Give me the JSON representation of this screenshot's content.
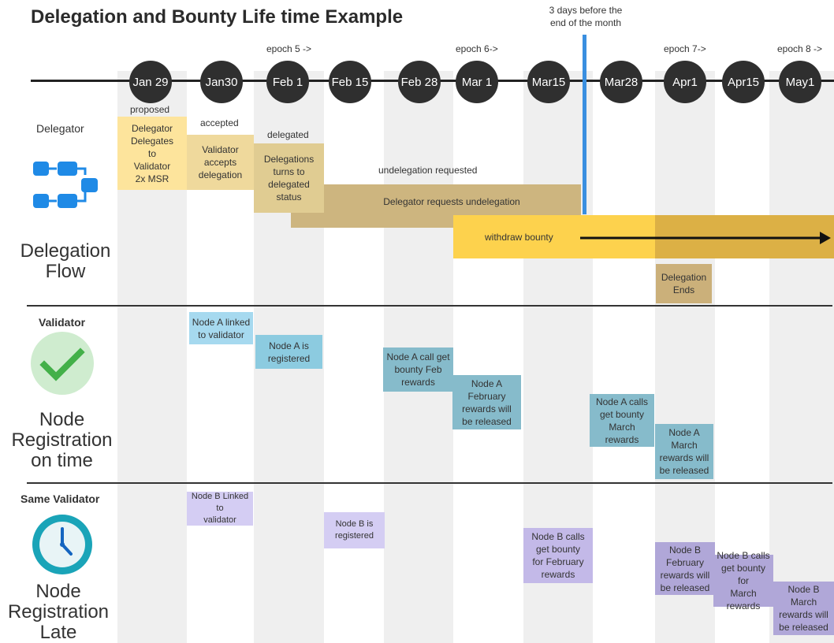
{
  "title": "Delegation and Bounty Life time Example",
  "marker_note": {
    "line1": "3 days before the",
    "line2": "end of the month"
  },
  "dates": [
    "Jan 29",
    "Jan30",
    "Feb 1",
    "Feb 15",
    "Feb 28",
    "Mar 1",
    "Mar15",
    "Mar28",
    "Apr1",
    "Apr15",
    "May1"
  ],
  "epochs": [
    "epoch 5 ->",
    "epoch 6->",
    "epoch 7->",
    "epoch 8 ->"
  ],
  "delegation": {
    "heading": "Delegator",
    "flow_title": {
      "line1": "Delegation",
      "line2": "Flow"
    },
    "labels": {
      "proposed": "proposed",
      "accepted": "accepted",
      "delegated": "delegated",
      "undelegation_requested": "undelegation requested"
    },
    "boxes": {
      "delegates": [
        "Delegator",
        "Delegates",
        "to",
        "Validator",
        "2x MSR"
      ],
      "accepts": [
        "Validator",
        "accepts",
        "delegation"
      ],
      "turns": [
        "Delegations",
        "turns to",
        "delegated",
        "status"
      ],
      "requests": "Delegator requests undelegation",
      "withdraw": "withdraw bounty",
      "ends": [
        "Delegation",
        "Ends"
      ]
    },
    "colors": {
      "proposed": "#fde49c",
      "accepted": "#efd99c",
      "delegated": "#e0cc92",
      "undelegation": "#cdb57f",
      "withdraw": "#fdd24d",
      "withdraw_dark": "#dcb045",
      "ends": "#cbb07a"
    }
  },
  "validator": {
    "heading": "Validator",
    "title": [
      "Node",
      "Registration",
      "on time"
    ],
    "boxes": {
      "linked": [
        "Node A linked",
        "to validator"
      ],
      "registered": [
        "Node A is",
        "registered"
      ],
      "call_feb": [
        "Node A call get",
        "bounty Feb",
        "rewards"
      ],
      "release_feb": [
        "Node A",
        "February",
        "rewards will",
        "be released"
      ],
      "call_mar": [
        "Node A calls",
        "get bounty",
        "March",
        "rewards"
      ],
      "release_mar": [
        "Node A",
        "March",
        "rewards will",
        "be released"
      ]
    },
    "colors": {
      "light": "#a6d9ef",
      "mid": "#8ccbe0",
      "dark": "#86bbcb"
    }
  },
  "same_validator": {
    "heading": "Same Validator",
    "title": [
      "Node",
      "Registration",
      "Late"
    ],
    "boxes": {
      "linked": [
        "Node B Linked to",
        "validator"
      ],
      "registered": [
        "Node B is",
        "registered"
      ],
      "call_feb": [
        "Node B calls",
        "get bounty",
        "for February",
        "rewards"
      ],
      "release_feb": [
        "Node B",
        "February",
        "rewards will",
        "be released"
      ],
      "call_mar": [
        "Node B calls",
        "get bounty for",
        "March",
        "rewards"
      ],
      "release_mar": [
        "Node B March",
        "rewards will",
        "be released"
      ]
    },
    "colors": {
      "light": "#d4cdf3",
      "mid": "#c3b9e8",
      "dark": "#b0a7d8"
    }
  }
}
